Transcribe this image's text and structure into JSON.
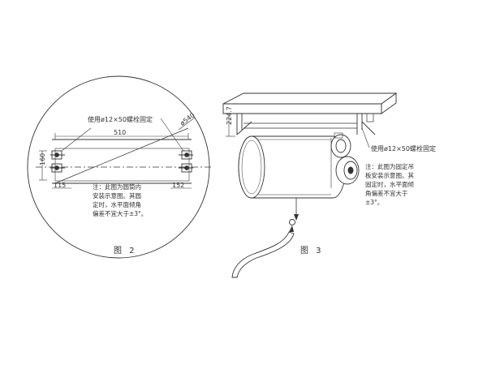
{
  "figure2": {
    "caption": "图 2",
    "bolt_label": "使用ø12×50螺栓固定",
    "dim_diameter": "ø540",
    "dim_width": "510",
    "dim_height": "160",
    "dim_left": "115",
    "dim_right": "152",
    "note_lines": [
      "注：此图为圆筒内",
      "安装示意图。其圆",
      "定时，水平面倾角",
      "偏差不宜大于±3°。"
    ]
  },
  "figure3": {
    "caption": "图 3",
    "bolt_label": "使用ø12×50螺栓固定",
    "dim_height": "224.7",
    "note_lines": [
      "注：此图为固定吊",
      "板安装示意图。其",
      "固定时，水平面倾",
      "角偏差不宜大于",
      "±3°。"
    ]
  }
}
